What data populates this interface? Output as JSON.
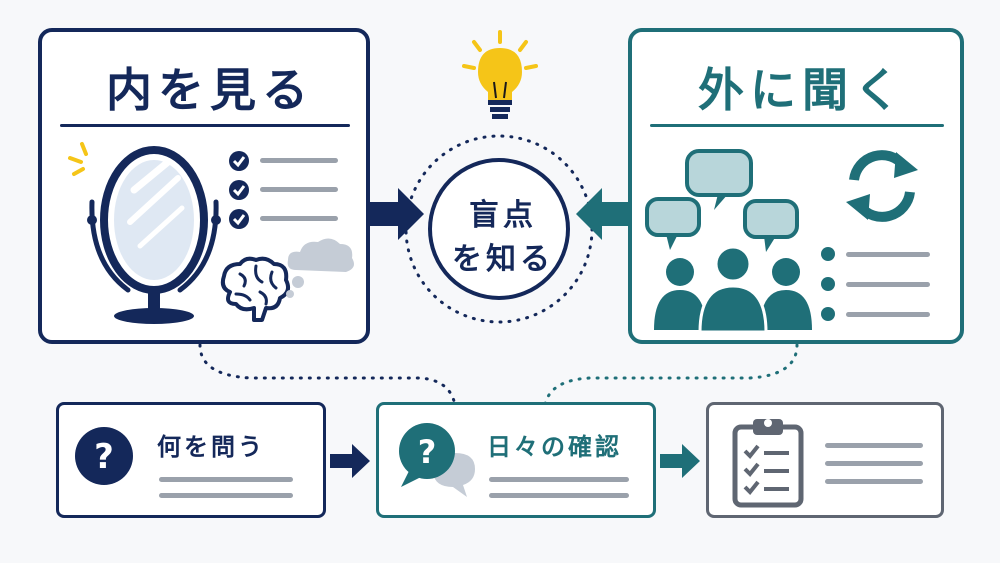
{
  "left_panel": {
    "title": "内を見る"
  },
  "right_panel": {
    "title": "外に聞く"
  },
  "center": {
    "line1": "盲点",
    "line2": "を知る"
  },
  "bottom": {
    "box1_label": "何を問う",
    "box2_label": "日々の確認"
  },
  "colors": {
    "navy": "#14285a",
    "teal": "#1f6f78",
    "gray": "#5f6672",
    "light_teal": "#b8d6da",
    "bulb": "#f5c518"
  }
}
